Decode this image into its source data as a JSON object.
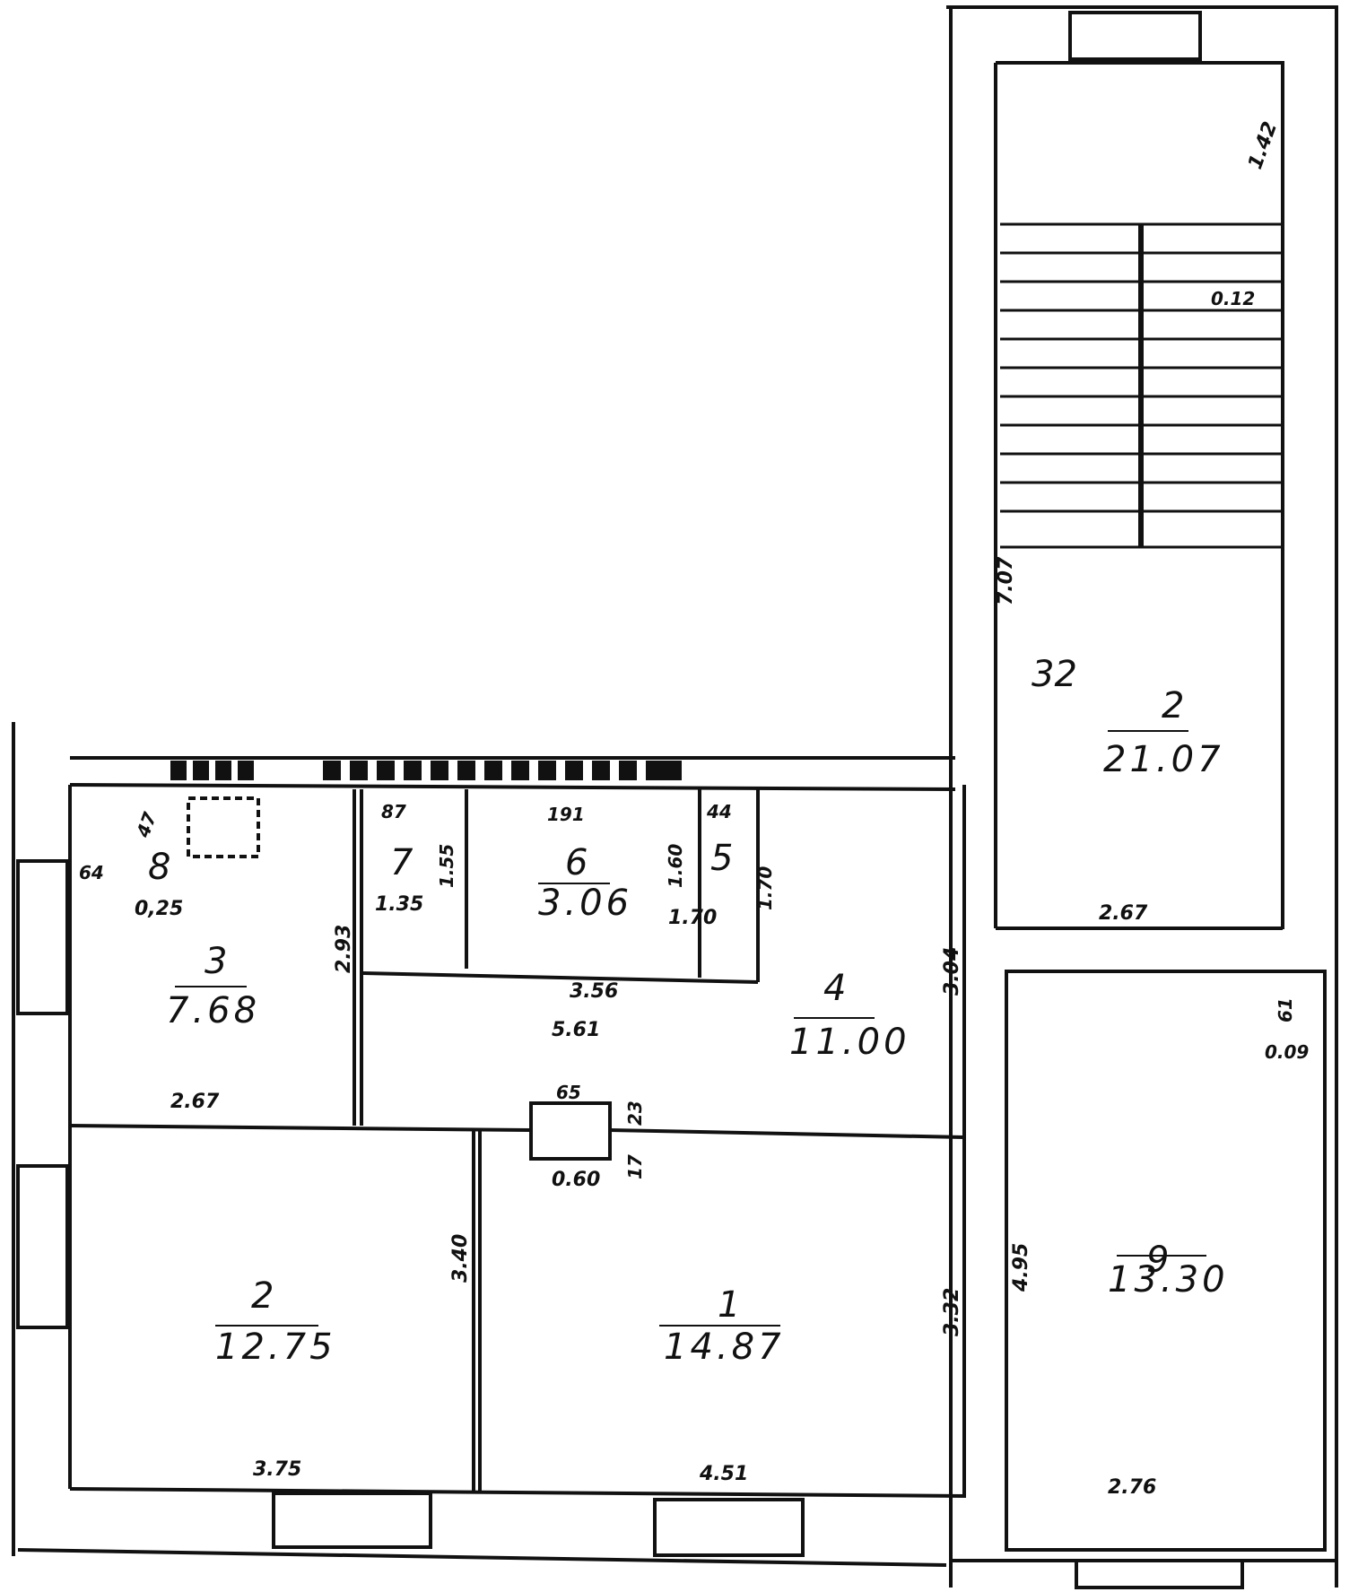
{
  "rooms": {
    "r1": {
      "num": "1",
      "area": "14.87"
    },
    "r2_left": {
      "num": "2",
      "area": "12.75"
    },
    "r3": {
      "num": "3",
      "area": "7.68"
    },
    "r4": {
      "num": "4",
      "area": "11.00"
    },
    "r5": {
      "num": "5",
      "area": "1.70"
    },
    "r6": {
      "num": "6",
      "area": "3.06"
    },
    "r7": {
      "num": "7",
      "area": "1.35"
    },
    "r8": {
      "num": "8",
      "area": "0,25"
    },
    "r2_right": {
      "num": "2",
      "area": "21.07"
    },
    "r9": {
      "num": "9",
      "area": "13.30"
    }
  },
  "dims": {
    "d_142": "1.42",
    "d_012": "0.12",
    "d_32": "32",
    "d_707": "7.07",
    "d_267_r2": "2.67",
    "d_304": "3.04",
    "d_61": "61",
    "d_009": "0.09",
    "d_495": "4.95",
    "d_276": "2.76",
    "d_332": "3.32",
    "d_451": "4.51",
    "d_375": "3.75",
    "d_340": "3.40",
    "d_267_r3": "2.67",
    "d_293": "2.93",
    "d_87": "87",
    "d_155": "1.55",
    "d_191": "191",
    "d_160": "1.60",
    "d_44": "44",
    "d_170": "1.70",
    "d_356": "3.56",
    "d_561": "5.61",
    "d_65": "65",
    "d_23": "23",
    "d_17": "17",
    "d_060": "0.60",
    "d_64": "64",
    "d_47": "47"
  }
}
